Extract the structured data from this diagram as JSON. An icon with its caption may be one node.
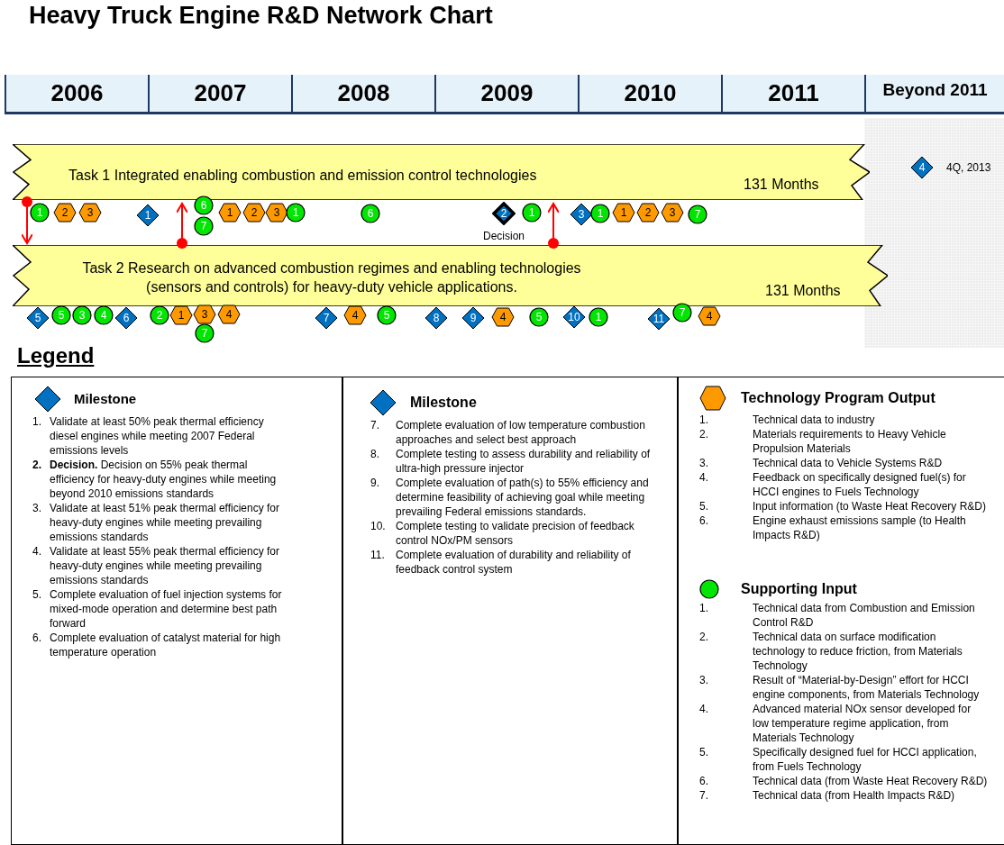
{
  "diagram": {
    "title": "Heavy Truck Engine R&D Network Chart",
    "nodes": [
      {
        "text": [
          "Task 1 Integrated enabling combustion and emission control technologies",
          "131 Months"
        ]
      },
      {
        "text": [
          "4"
        ],
        "beside": [
          "4Q, 2013"
        ]
      },
      {
        "text": [
          "1"
        ]
      },
      {
        "text": [
          "2"
        ]
      },
      {
        "text": [
          "3"
        ]
      },
      {
        "text": [
          "1"
        ]
      },
      {
        "text": [
          "6"
        ]
      },
      {
        "text": [
          "7"
        ]
      },
      {
        "text": [
          "1"
        ]
      },
      {
        "text": [
          "2"
        ]
      },
      {
        "text": [
          "3"
        ]
      },
      {
        "text": [
          "1"
        ]
      },
      {
        "text": [
          "6"
        ]
      },
      {
        "text": [
          "2"
        ],
        "beside": [
          "Decision"
        ]
      },
      {
        "text": [
          "1"
        ]
      },
      {
        "text": [
          "3"
        ]
      },
      {
        "text": [
          "1"
        ]
      },
      {
        "text": [
          "1"
        ]
      },
      {
        "text": [
          "2"
        ]
      },
      {
        "text": [
          "3"
        ]
      },
      {
        "text": [
          "7"
        ]
      },
      {
        "text": [
          "Task 2 Research on advanced combustion regimes and enabling technologies (sensors and controls) for heavy-duty vehicle applications.",
          "131 Months"
        ]
      },
      {
        "text": [
          "5"
        ]
      },
      {
        "text": [
          "5"
        ]
      },
      {
        "text": [
          "3"
        ]
      },
      {
        "text": [
          "4"
        ]
      },
      {
        "text": [
          "6"
        ]
      },
      {
        "text": [
          "2"
        ]
      },
      {
        "text": [
          "1"
        ]
      },
      {
        "text": [
          "3"
        ]
      },
      {
        "text": [
          "7"
        ]
      },
      {
        "text": [
          "4"
        ]
      },
      {
        "text": [
          "7"
        ]
      },
      {
        "text": [
          "4"
        ]
      },
      {
        "text": [
          "5"
        ]
      },
      {
        "text": [
          "8"
        ]
      },
      {
        "text": [
          "9"
        ]
      },
      {
        "text": [
          "4"
        ]
      },
      {
        "text": [
          "5"
        ]
      },
      {
        "text": [
          "10"
        ]
      },
      {
        "text": [
          "1"
        ]
      },
      {
        "text": [
          "11"
        ]
      },
      {
        "text": [
          "7"
        ]
      },
      {
        "text": [
          "4"
        ]
      }
    ],
    "edges": [
      {
        "from": 0,
        "to": 21,
        "arrow": "to"
      },
      {
        "from": 21,
        "to": 0,
        "arrow": "to"
      },
      {
        "from": 21,
        "to": 0,
        "arrow": "to"
      }
    ],
    "labels": [
      "2006",
      "2007",
      "2008",
      "2009",
      "2010",
      "2011",
      "Beyond 2011",
      "Legend",
      "1.",
      "Validate at least 50% peak thermal efficiency diesel engines while meeting 2007 Federal emissions levels",
      "2.",
      "**Decision.** Decision on 55% peak thermal efficiency for heavy-duty engines while meeting beyond 2010 emissions standards",
      "3.",
      "Validate at least 51% peak thermal efficiency for heavy-duty engines while meeting prevailing emissions standards",
      "4.",
      "Validate at least 55% peak thermal efficiency for heavy-duty engines while meeting prevailing emissions standards",
      "5.",
      "Complete evaluation of fuel injection systems for mixed-mode operation and determine best path forward",
      "6.",
      "Complete evaluation of catalyst material for high temperature operation",
      "7.",
      "Complete evaluation of low temperature combustion approaches and select best approach",
      "8.",
      "Complete testing to assess durability and reliability of ultra-high pressure injector",
      "9.",
      "Complete evaluation of path(s) to 55% efficiency and determine feasibility of achieving goal while meeting prevailing Federal emissions standards.",
      "10.",
      "Complete testing to validate precision of feedback control NOx/PM sensors",
      "11.",
      "Complete evaluation of durability and reliability of feedback control system",
      "1.",
      "Technical data to industry",
      "2.",
      "Materials requirements to Heavy Vehicle Propulsion Materials",
      "3.",
      "Technical data to Vehicle Systems R&D",
      "4.",
      "Feedback on specifically designed fuel(s) for HCCI engines to Fuels Technology",
      "5.",
      "Input information (to Waste Heat Recovery R&D)",
      "6.",
      "Engine exhaust emissions sample (to Health Impacts R&D)",
      "1.",
      "Technical data from Combustion and Emission Control R&D",
      "2.",
      "Technical data on surface modification technology to reduce friction, from Materials Technology",
      "3.",
      "Result of “Material-by-Design” effort for HCCI engine components, from Materials Technology",
      "4.",
      "Advanced material NOx sensor developed for low temperature regime application, from Materials Technology",
      "5.",
      "Specifically designed fuel for HCCI application, from Fuels Technology",
      "6.",
      "Technical data (from Waste Heat Recovery R&D)",
      "7.",
      "Technical data (from Health Impacts R&D)"
    ],
    "legend": [
      {
        "text": "Milestone"
      },
      {
        "text": "Milestone"
      },
      {
        "text": "Technology Program Output"
      },
      {
        "text": "Supporting Input"
      }
    ]
  }
}
